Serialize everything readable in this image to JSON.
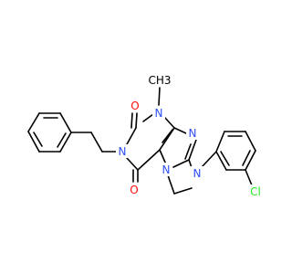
{
  "colors": {
    "background": "#ffffff",
    "carbon_bond": "#000000",
    "oxygen": "#ff0d0d",
    "nitrogen": "#3050f8",
    "chlorine": "#1ff01f",
    "methyl": "#000000"
  },
  "atoms": {
    "o_upper": "O",
    "o_lower": "O",
    "n_methyl": "N",
    "n_phenethyl": "N",
    "n_imidazole": "N",
    "n_bridge": "N",
    "n_aryl": "N",
    "cl": "Cl",
    "methyl_group": "CH3"
  }
}
